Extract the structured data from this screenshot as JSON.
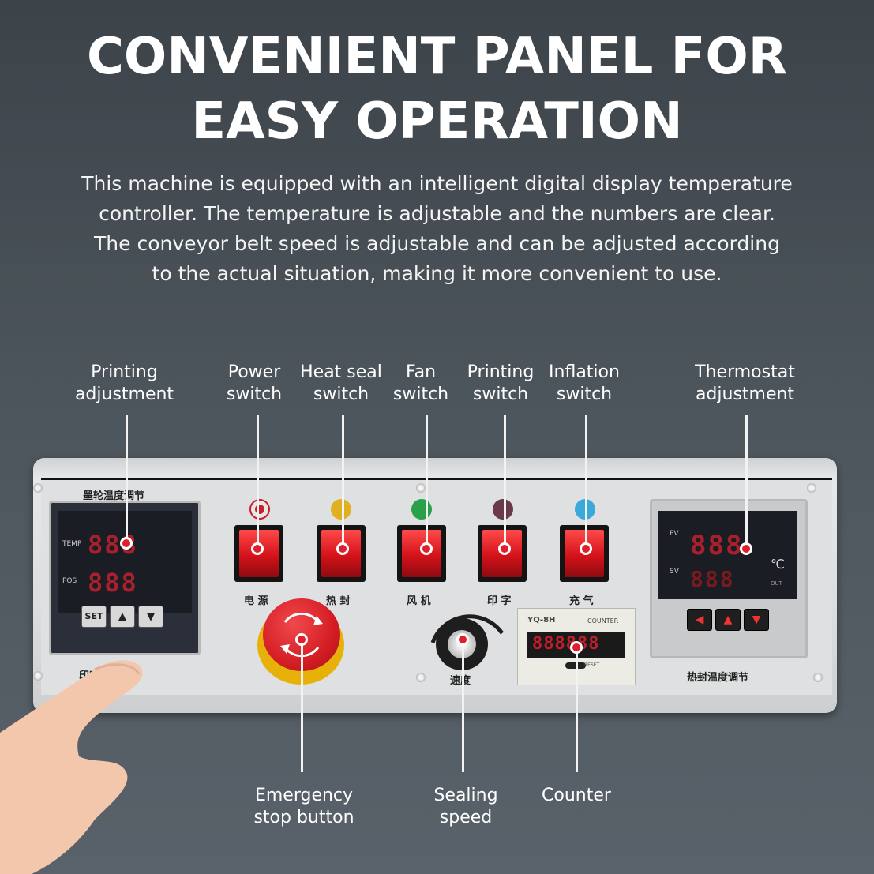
{
  "title_line1": "CONVENIENT PANEL FOR",
  "title_line2": "EASY OPERATION",
  "description": [
    "This machine is equipped with an intelligent digital display temperature",
    "controller. The temperature is adjustable and the numbers are clear.",
    "The conveyor belt speed is adjustable and can be adjusted according",
    "to the actual situation, making it more convenient to use."
  ],
  "top_labels": {
    "printing_adjustment": [
      "Printing",
      "adjustment"
    ],
    "power_switch": [
      "Power",
      "switch"
    ],
    "heat_seal_switch": [
      "Heat seal",
      "switch"
    ],
    "fan_switch": [
      "Fan",
      "switch"
    ],
    "printing_switch": [
      "Printing",
      "switch"
    ],
    "inflation_switch": [
      "Inflation",
      "switch"
    ],
    "thermostat_adjustment": [
      "Thermostat",
      "adjustment"
    ]
  },
  "bottom_labels": {
    "emergency_stop": [
      "Emergency",
      "stop button"
    ],
    "sealing_speed": [
      "Sealing",
      "speed"
    ],
    "counter": [
      "Counter"
    ]
  },
  "panel": {
    "left_controller_header": "墨轮温度调节",
    "left_controller_footer": "印字温度调节",
    "left_temp_label": "TEMP",
    "left_pos_label": "POS",
    "left_display_top": "888",
    "left_display_bottom": "888",
    "left_set_button": "SET",
    "switch_labels": [
      "电 源",
      "热 封",
      "风 机",
      "印 字",
      "充 气"
    ],
    "speed_label": "速度",
    "counter_model": "YQ-8H",
    "counter_label": "COUNTER",
    "counter_reset": "RESET",
    "counter_display": "888888",
    "right_pv_label": "PV",
    "right_sv_label": "SV",
    "right_display_top": "888",
    "right_display_bottom": "888",
    "right_unit": "℃",
    "right_out_label": "OUT",
    "right_controller_footer": "热封温度调节"
  },
  "colors": {
    "accent_red": "#e01e2e",
    "indicator_power": "#c8202c",
    "indicator_heat": "#e0b020",
    "indicator_fan": "#2aa048",
    "indicator_print": "#6a3a4a",
    "indicator_inflate": "#3aa8d8",
    "estop_red": "#d41d24",
    "estop_yellow": "#e7b10a"
  }
}
